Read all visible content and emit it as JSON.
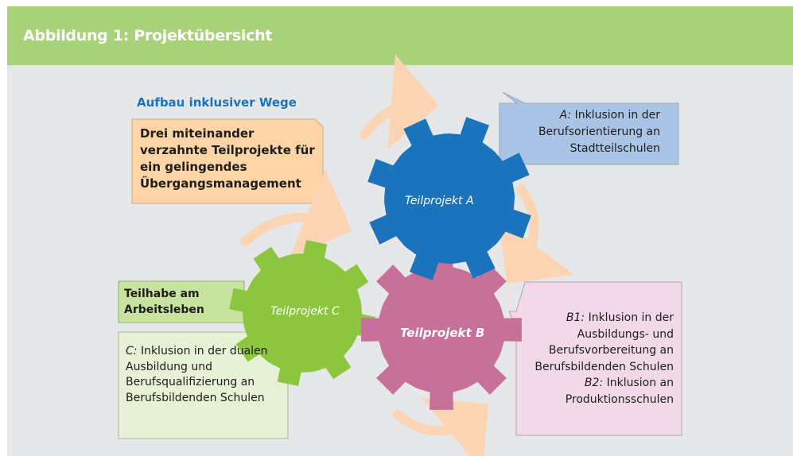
{
  "title": "Abbildung 1: Projektübersicht",
  "subtitle": "Aufbau inklusiver Wege",
  "intro_box": {
    "text": "Drei miteinander verzahnte Teilprojekte für ein gelingendes Übergangsmanagement"
  },
  "gears": {
    "a": {
      "label": "Teilprojekt A",
      "color": "#1b74bb"
    },
    "b": {
      "label": "Teilprojekt B",
      "color": "#c6709a"
    },
    "c": {
      "label": "Teilprojekt C",
      "color": "#8cc63f"
    }
  },
  "callouts": {
    "a": {
      "prefix": "A:",
      "text": " Inklusion in der Berufsorientierung an Stadtteilschulen",
      "color": "#a9c4e4"
    },
    "b": {
      "b1_prefix": "B1:",
      "b1_text": " Inklusion in der Ausbildungs- und Berufsvorbereitung an Berufsbildenden Schulen",
      "b2_prefix": "B2:",
      "b2_text": " Inklusion an Produktionsschulen",
      "color": "#f2d9e7"
    },
    "c": {
      "label": "Teilhabe am Arbeitsleben",
      "prefix": "C:",
      "text": " Inklusion in der dualen Ausbildung und Berufsqualifizierung an Berufsbildenden Schulen",
      "label_color": "#c8e3a0",
      "color": "#e6f1d6"
    }
  },
  "colors": {
    "header": "#a8d178",
    "panel": "#e6e7e8",
    "arrow": "#fbd4b4",
    "intro_box": "#fdd4a6",
    "subtitle": "#1a74bb"
  }
}
